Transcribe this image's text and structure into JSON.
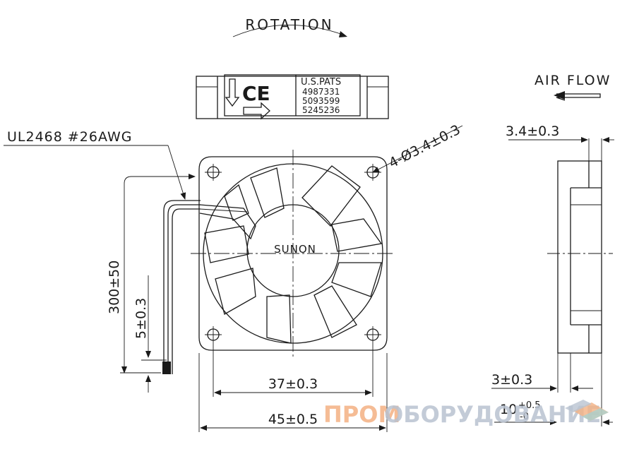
{
  "rotation_label": "ROTATION",
  "airflow_label": "AIR FLOW",
  "label_plate": {
    "pats_title": "U.S.PATS",
    "patents": [
      "4987331",
      "5093599",
      "5245236"
    ]
  },
  "brand": "SUNON",
  "dimensions": {
    "wire_spec": "UL2468 #26AWG",
    "holes": "4-Ø3.4±0.3",
    "wire_length": "300±50",
    "lead_strip": "5±0.3",
    "hole_pitch": "37±0.3",
    "frame_size": "45±0.5",
    "side_flange": "3.4±0.3",
    "side_offset": "3±0.3",
    "thickness_base": "10",
    "thickness_tol_upper": "+0.5",
    "thickness_tol_lower": "-0"
  },
  "watermark": {
    "part1": "ПРОМ",
    "part2": "ОБОРУДОВАНИЕ"
  },
  "colors": {
    "line": "#1a1a1a",
    "watermark_orange": "#f4b183",
    "watermark_gray": "#b9c3d1"
  }
}
